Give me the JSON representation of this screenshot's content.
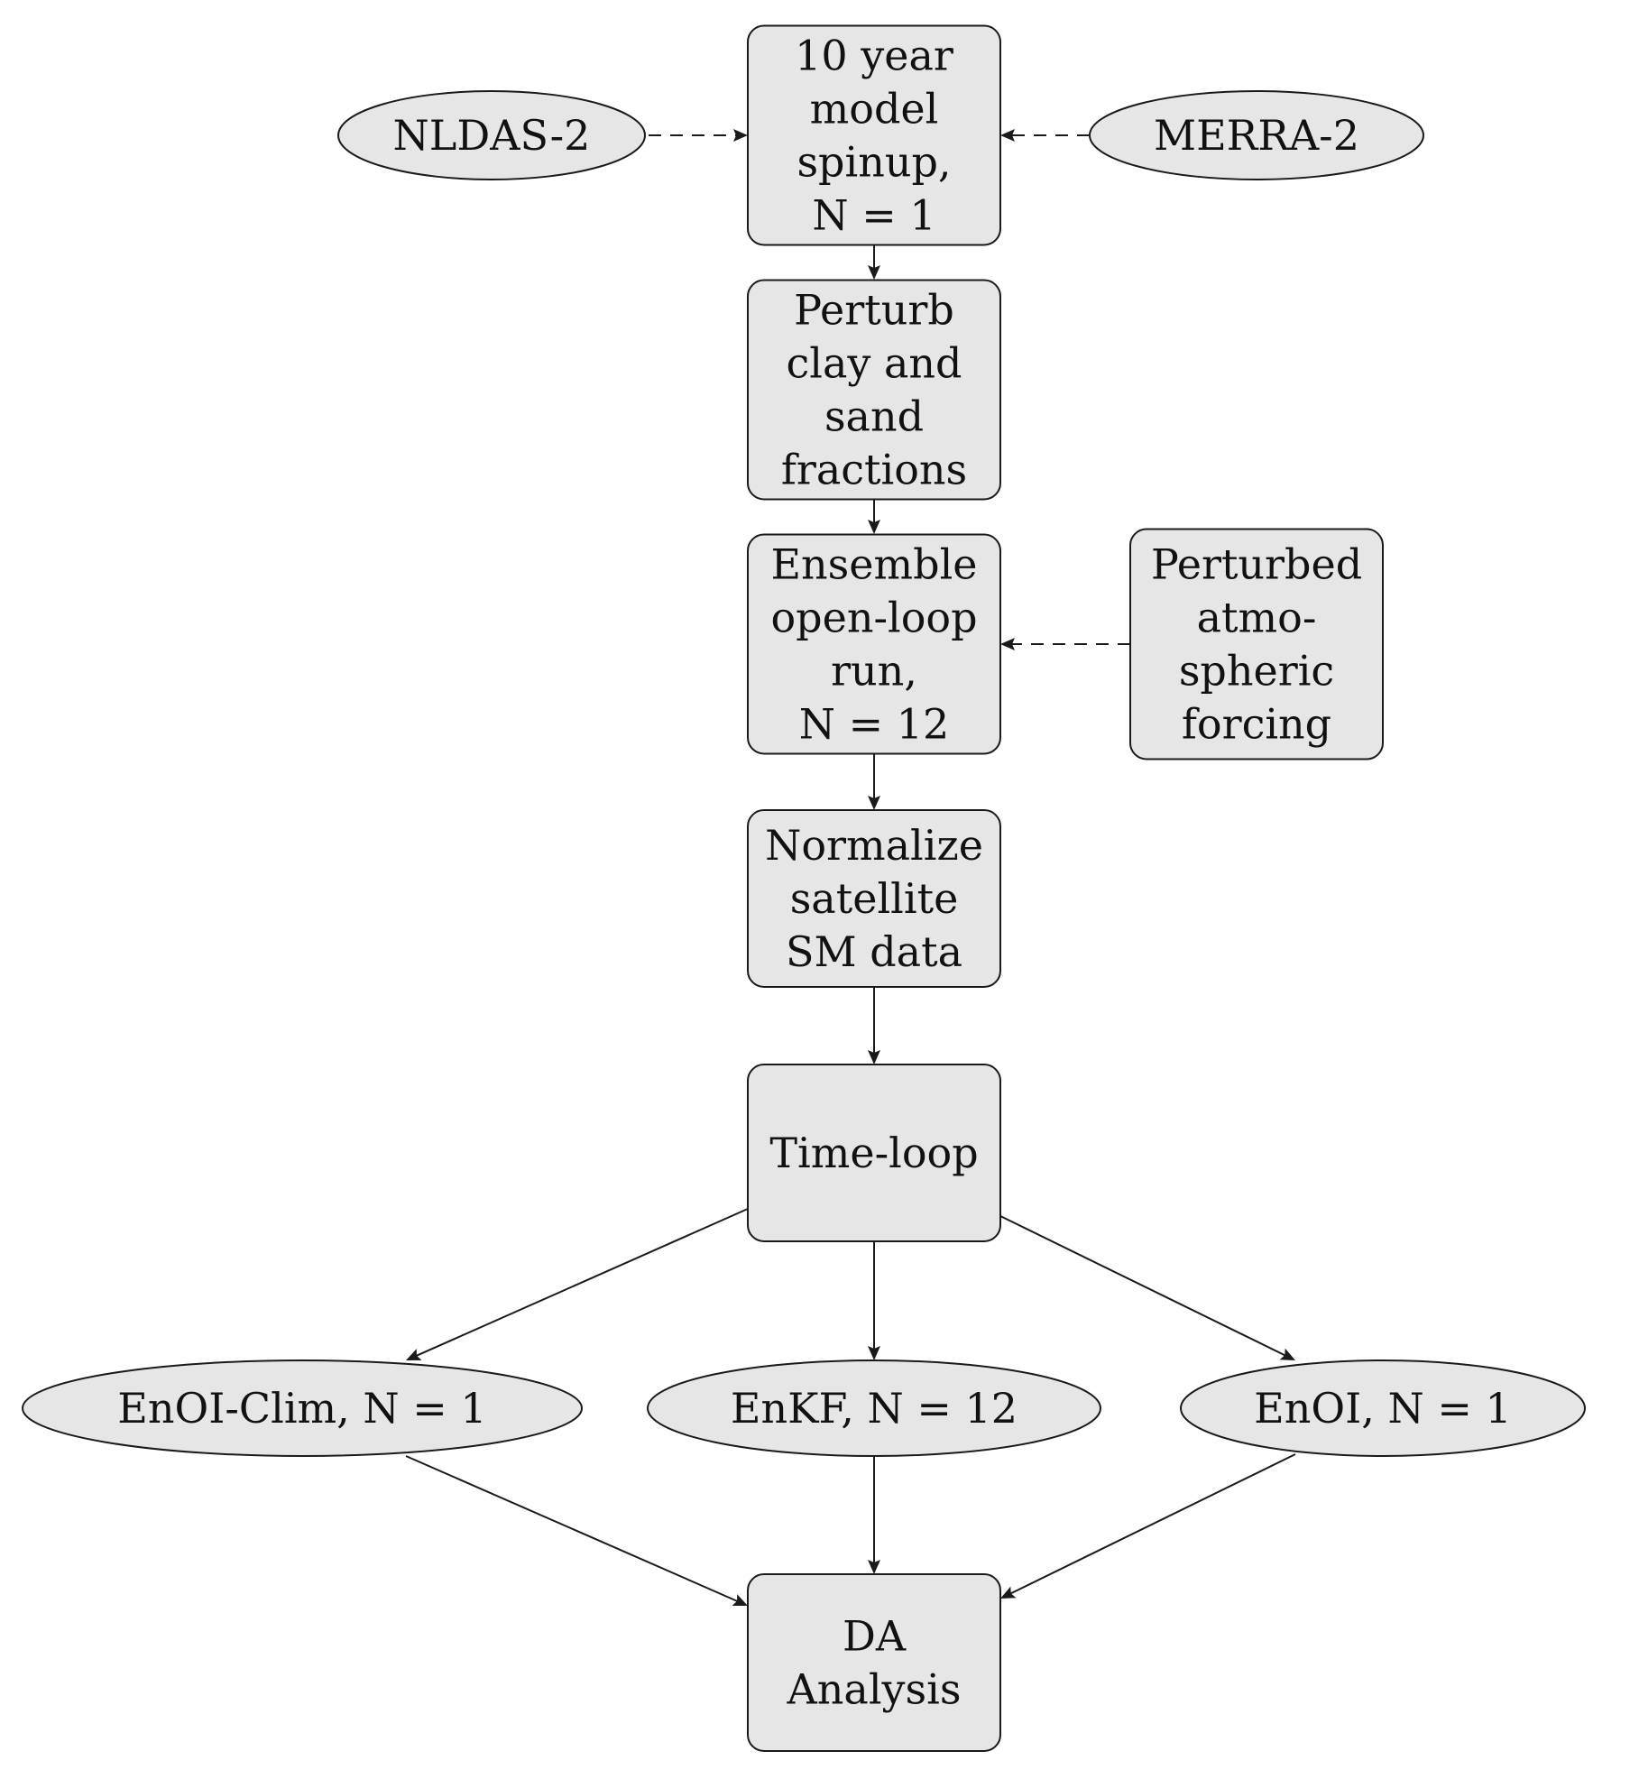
{
  "diagram": {
    "nodes": [
      {
        "id": "spinup",
        "shape": "rect",
        "lines": [
          "10 year",
          "model",
          "spinup,",
          "N = 1"
        ]
      },
      {
        "id": "nldas",
        "shape": "ellipse",
        "lines": [
          "NLDAS-2"
        ]
      },
      {
        "id": "merra",
        "shape": "ellipse",
        "lines": [
          "MERRA-2"
        ]
      },
      {
        "id": "perturb",
        "shape": "rect",
        "lines": [
          "Perturb",
          "clay and",
          "sand",
          "fractions"
        ]
      },
      {
        "id": "openloop",
        "shape": "rect",
        "lines": [
          "Ensemble",
          "open-loop",
          "run,",
          "N = 12"
        ]
      },
      {
        "id": "forcing",
        "shape": "rect",
        "lines": [
          "Perturbed",
          "atmo-",
          "spheric",
          "forcing"
        ]
      },
      {
        "id": "normalize",
        "shape": "rect",
        "lines": [
          "Normalize",
          "satellite",
          "SM data"
        ]
      },
      {
        "id": "timeloop",
        "shape": "rect",
        "lines": [
          "Time-loop"
        ]
      },
      {
        "id": "enoiclim",
        "shape": "ellipse",
        "lines": [
          "EnOI-Clim, N = 1"
        ]
      },
      {
        "id": "enkf",
        "shape": "ellipse",
        "lines": [
          "EnKF, N = 12"
        ]
      },
      {
        "id": "enoi",
        "shape": "ellipse",
        "lines": [
          "EnOI, N = 1"
        ]
      },
      {
        "id": "da",
        "shape": "rect",
        "lines": [
          "DA",
          "Analysis"
        ]
      }
    ],
    "edges": [
      {
        "from": "nldas",
        "to": "spinup",
        "style": "dashed"
      },
      {
        "from": "merra",
        "to": "spinup",
        "style": "dashed"
      },
      {
        "from": "spinup",
        "to": "perturb",
        "style": "solid"
      },
      {
        "from": "perturb",
        "to": "openloop",
        "style": "solid"
      },
      {
        "from": "forcing",
        "to": "openloop",
        "style": "dashed"
      },
      {
        "from": "openloop",
        "to": "normalize",
        "style": "solid"
      },
      {
        "from": "normalize",
        "to": "timeloop",
        "style": "solid"
      },
      {
        "from": "timeloop",
        "to": "enoiclim",
        "style": "solid"
      },
      {
        "from": "timeloop",
        "to": "enkf",
        "style": "solid"
      },
      {
        "from": "timeloop",
        "to": "enoi",
        "style": "solid"
      },
      {
        "from": "enoiclim",
        "to": "da",
        "style": "solid"
      },
      {
        "from": "enkf",
        "to": "da",
        "style": "solid"
      },
      {
        "from": "enoi",
        "to": "da",
        "style": "solid"
      }
    ]
  }
}
